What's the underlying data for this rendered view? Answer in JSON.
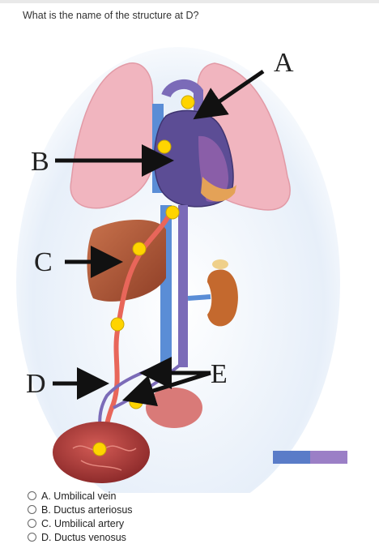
{
  "question": {
    "text": "What is the name of the structure at D?"
  },
  "diagram": {
    "labels": [
      "A",
      "B",
      "C",
      "D",
      "E"
    ],
    "colors": {
      "lung": "#f1b5bf",
      "vein": "#5a8dd6",
      "artery": "#e8665a",
      "heart": "#5c4d95",
      "liver": "#b45a3a",
      "kidney": "#c4692e",
      "placenta": "#b2403f",
      "marker": "#ffd400"
    },
    "legend_colors": [
      "#5a7cc8",
      "#9b7fc6"
    ]
  },
  "options": [
    {
      "letter": "A.",
      "text": "Umbilical vein"
    },
    {
      "letter": "B.",
      "text": "Ductus arteriosus"
    },
    {
      "letter": "C.",
      "text": "Umbilical artery"
    },
    {
      "letter": "D.",
      "text": "Ductus venosus"
    }
  ]
}
